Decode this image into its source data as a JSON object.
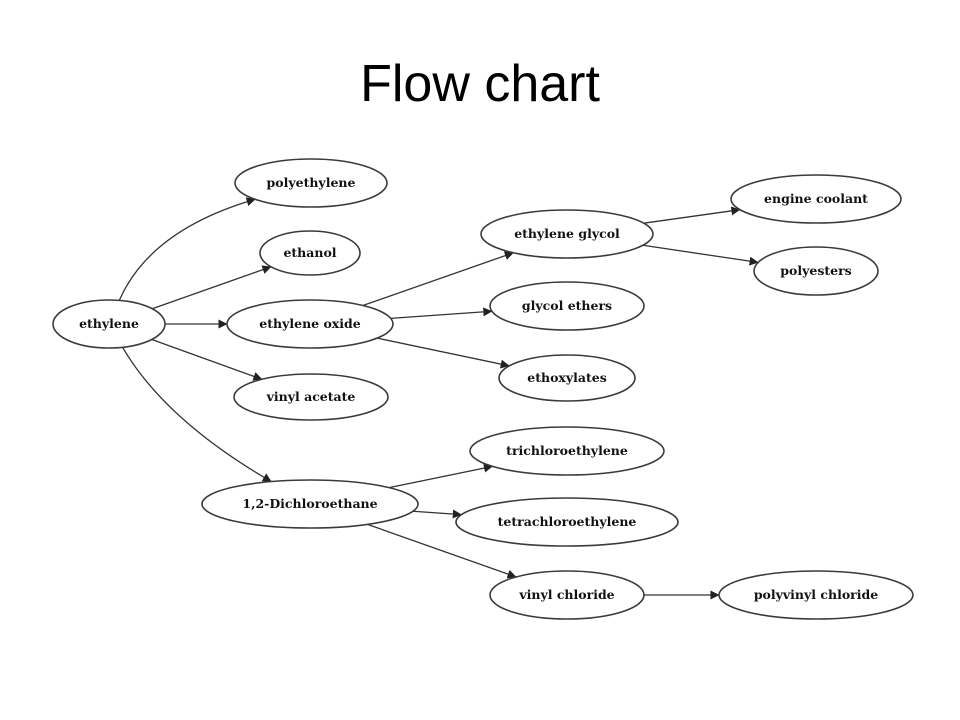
{
  "slide": {
    "title": "Flow chart"
  },
  "diagram": {
    "colors": {
      "line": "#333333",
      "node_fill": "#ffffff"
    },
    "nodes": [
      {
        "id": "ethylene",
        "label": "ethylene"
      },
      {
        "id": "polyethylene",
        "label": "polyethylene"
      },
      {
        "id": "ethanol",
        "label": "ethanol"
      },
      {
        "id": "ethylene-oxide",
        "label": "ethylene oxide"
      },
      {
        "id": "vinyl-acetate",
        "label": "vinyl acetate"
      },
      {
        "id": "dichloroethane",
        "label": "1,2-Dichloroethane"
      },
      {
        "id": "ethylene-glycol",
        "label": "ethylene glycol"
      },
      {
        "id": "glycol-ethers",
        "label": "glycol ethers"
      },
      {
        "id": "ethoxylates",
        "label": "ethoxylates"
      },
      {
        "id": "engine-coolant",
        "label": "engine coolant"
      },
      {
        "id": "polyesters",
        "label": "polyesters"
      },
      {
        "id": "trichloroethylene",
        "label": "trichloroethylene"
      },
      {
        "id": "tetrachloroethylene",
        "label": "tetrachloroethylene"
      },
      {
        "id": "vinyl-chloride",
        "label": "vinyl chloride"
      },
      {
        "id": "polyvinyl-chloride",
        "label": "polyvinyl chloride"
      }
    ],
    "edges": [
      {
        "from": "ethylene",
        "to": "polyethylene"
      },
      {
        "from": "ethylene",
        "to": "ethanol"
      },
      {
        "from": "ethylene",
        "to": "ethylene-oxide"
      },
      {
        "from": "ethylene",
        "to": "vinyl-acetate"
      },
      {
        "from": "ethylene",
        "to": "dichloroethane"
      },
      {
        "from": "ethylene-oxide",
        "to": "ethylene-glycol"
      },
      {
        "from": "ethylene-oxide",
        "to": "glycol-ethers"
      },
      {
        "from": "ethylene-oxide",
        "to": "ethoxylates"
      },
      {
        "from": "ethylene-glycol",
        "to": "engine-coolant"
      },
      {
        "from": "ethylene-glycol",
        "to": "polyesters"
      },
      {
        "from": "dichloroethane",
        "to": "trichloroethylene"
      },
      {
        "from": "dichloroethane",
        "to": "tetrachloroethylene"
      },
      {
        "from": "dichloroethane",
        "to": "vinyl-chloride"
      },
      {
        "from": "vinyl-chloride",
        "to": "polyvinyl-chloride"
      }
    ]
  }
}
